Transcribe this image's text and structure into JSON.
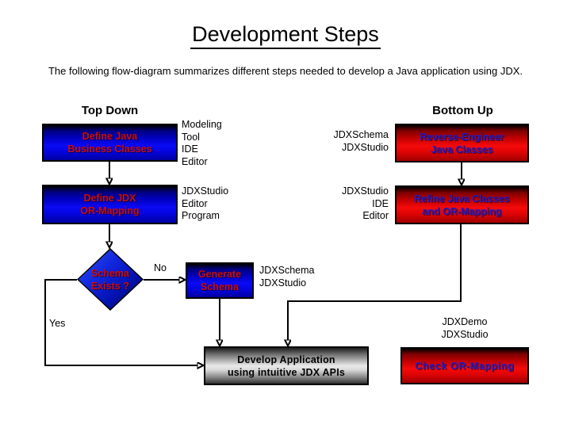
{
  "page": {
    "title": "Development Steps",
    "subtitle": "The following flow-diagram summarizes different steps needed to develop a Java application using JDX."
  },
  "headers": {
    "left": "Top Down",
    "right": "Bottom Up"
  },
  "nodes": {
    "define_java": "Define Java\nBusiness Classes",
    "define_jdx": "Define JDX\nOR-Mapping",
    "reverse_engineer": "Reverse-Engineer\nJava Classes",
    "refine_java": "Refine Java Classes\nand OR-Mapping",
    "schema_exists": "Schema\nExists ?",
    "generate_schema": "Generate\nSchema",
    "develop_application": "Develop Application\nusing intuitive JDX APIs",
    "check_or_mapping": "Check OR-Mapping"
  },
  "notes": {
    "modeling_tool": "Modeling\nTool\nIDE\nEditor",
    "jdxstudio_editor_program": "JDXStudio\nEditor\nProgram",
    "jdxschema_jdxstudio": "JDXSchema\nJDXStudio",
    "jdxstudio_ide_editor": "JDXStudio\nIDE\nEditor",
    "generate_schema_tools": "JDXSchema\nJDXStudio",
    "demo_tools": "JDXDemo\nJDXStudio"
  },
  "edge_labels": {
    "no": "No",
    "yes": "Yes"
  },
  "colors": {
    "blue_box": "#0a0af5",
    "red_box": "#f50a0a",
    "red_text": "#cf0b04",
    "blue_text": "#1c1ccf",
    "line": "#000000",
    "background": "#ffffff"
  }
}
